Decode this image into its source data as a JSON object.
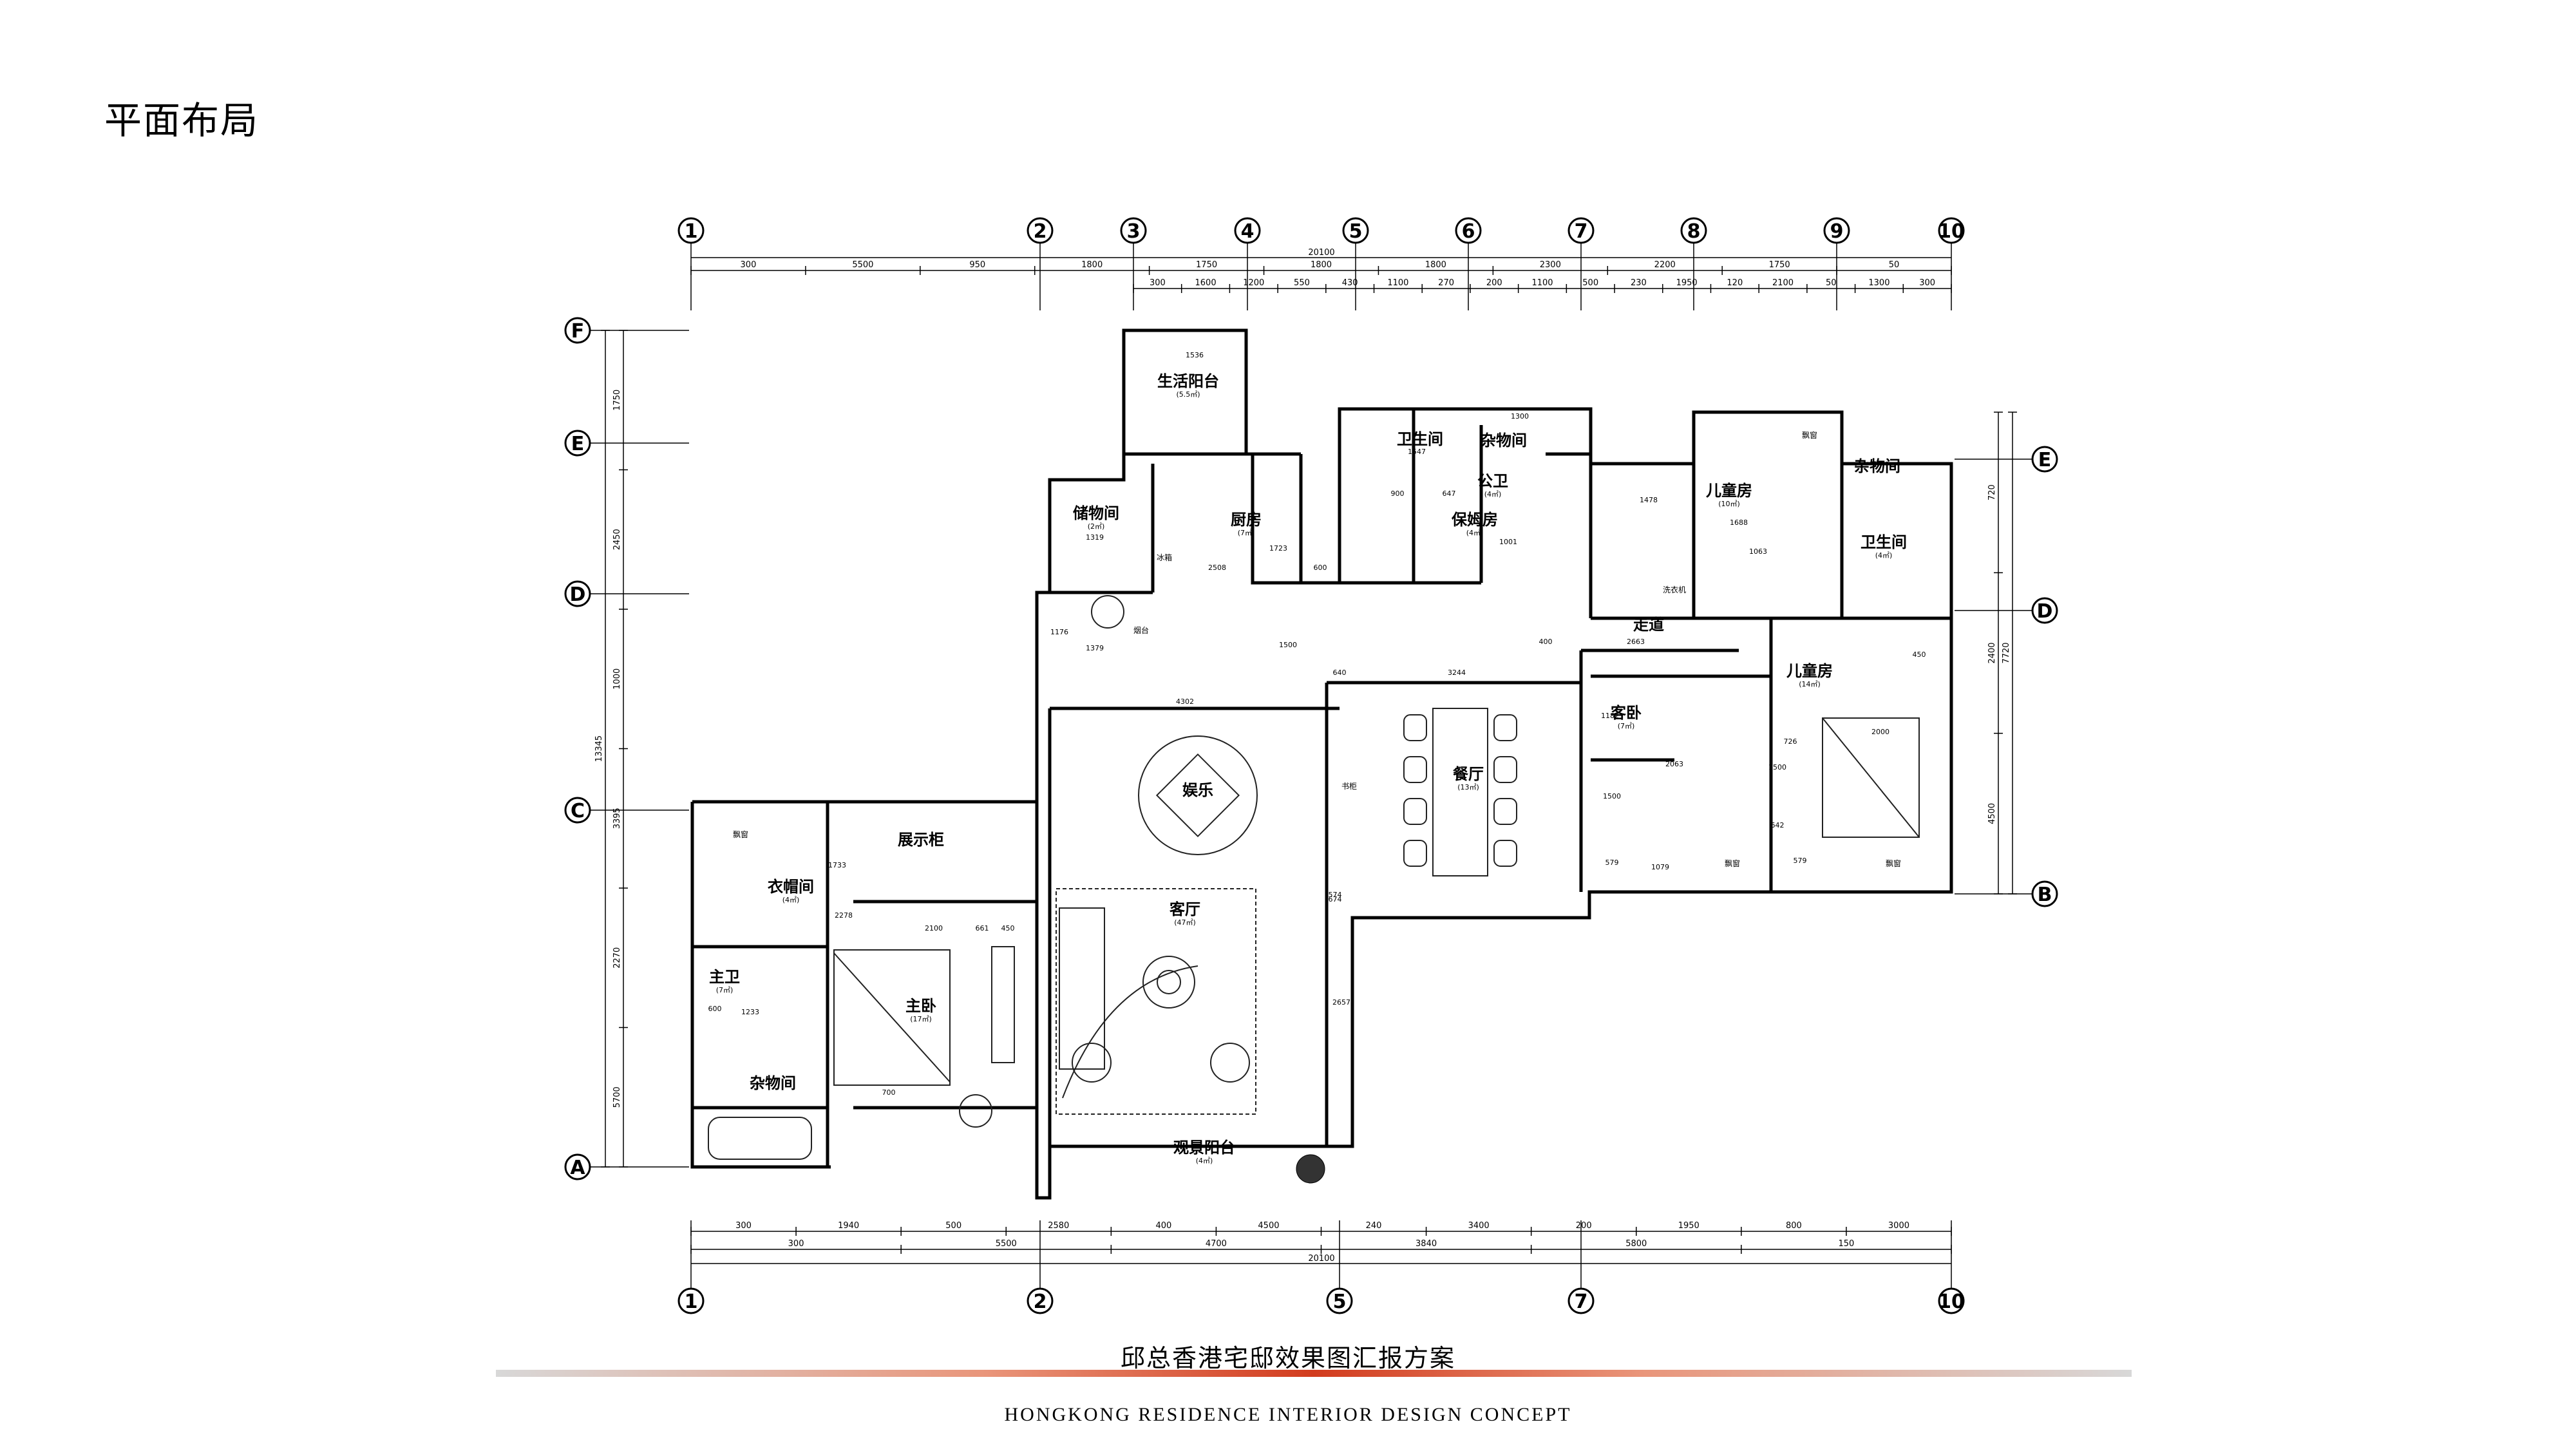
{
  "page": {
    "title": "平面布局",
    "footer_cn": "邱总香港宅邸效果图汇报方案",
    "footer_en": "HONGKONG RESIDENCE INTERIOR DESIGN CONCEPT"
  },
  "axes": {
    "top": [
      "1",
      "2",
      "3",
      "4",
      "5",
      "6",
      "7",
      "8",
      "9",
      "10"
    ],
    "bottom": [
      "1",
      "2",
      "5",
      "7",
      "10"
    ],
    "left": [
      "F",
      "E",
      "D",
      "C",
      "A"
    ],
    "right": [
      "E",
      "D",
      "B"
    ]
  },
  "dimensions": {
    "top_total": "20100",
    "top_row1": [
      "300",
      "5500",
      "950",
      "1800",
      "1750",
      "1800",
      "1800",
      "2300",
      "2200",
      "1750",
      "50"
    ],
    "top_row2": [
      "300",
      "1600",
      "1200",
      "550",
      "430",
      "1100",
      "270",
      "200",
      "1100",
      "500",
      "230",
      "1950",
      "120",
      "2100",
      "50",
      "1300",
      "300"
    ],
    "bottom_row1": [
      "300",
      "1940",
      "500",
      "2580",
      "400",
      "4500",
      "240",
      "3400",
      "200",
      "1950",
      "800",
      "3000"
    ],
    "bottom_row2": [
      "300",
      "5500",
      "4700",
      "3840",
      "5800",
      "150"
    ],
    "bottom_total": "20100",
    "left_total": "13345",
    "left_segments": [
      "1750",
      "2450",
      "1000",
      "3395",
      "2270",
      "5700"
    ],
    "right_total": "7720",
    "right_segments": [
      "720",
      "2400",
      "4500"
    ],
    "interior": [
      "1536",
      "1547",
      "1300",
      "1001",
      "900",
      "647",
      "1319",
      "2508",
      "600",
      "1723",
      "1176",
      "1379",
      "1500",
      "640",
      "3244",
      "4302",
      "400",
      "2663",
      "1182",
      "2063",
      "1688",
      "1063",
      "1478",
      "726",
      "2000",
      "450",
      "1500",
      "642",
      "579",
      "574",
      "674",
      "2657",
      "2100",
      "661",
      "450",
      "1733",
      "2278",
      "1233",
      "600",
      "700",
      "579",
      "1500",
      "1079"
    ]
  },
  "rooms": [
    {
      "name": "生活阳台",
      "area": "(5.5㎡)"
    },
    {
      "name": "储物间",
      "area": "(2㎡)"
    },
    {
      "name": "厨房",
      "area": "(7㎡)"
    },
    {
      "name": "卫生间",
      "area": ""
    },
    {
      "name": "杂物间",
      "area": ""
    },
    {
      "name": "公卫",
      "area": "(4㎡)"
    },
    {
      "name": "保姆房",
      "area": "(4㎡)"
    },
    {
      "name": "儿童房",
      "area": "(10㎡)"
    },
    {
      "name": "杂物间",
      "area": ""
    },
    {
      "name": "卫生间",
      "area": "(4㎡)"
    },
    {
      "name": "走道",
      "area": ""
    },
    {
      "name": "儿童房",
      "area": "(14㎡)"
    },
    {
      "name": "客卧",
      "area": "(7㎡)"
    },
    {
      "name": "餐厅",
      "area": "(13㎡)"
    },
    {
      "name": "娱乐",
      "area": ""
    },
    {
      "name": "客厅",
      "area": "(47㎡)"
    },
    {
      "name": "衣帽间",
      "area": "(4㎡)"
    },
    {
      "name": "展示柜",
      "area": ""
    },
    {
      "name": "主卫",
      "area": "(7㎡)"
    },
    {
      "name": "主卧",
      "area": "(17㎡)"
    },
    {
      "name": "杂物间",
      "area": ""
    },
    {
      "name": "观景阳台",
      "area": "(4㎡)"
    }
  ],
  "labels": [
    "冰箱",
    "烟台",
    "书柜",
    "飘窗",
    "飘窗",
    "飘窗",
    "飘窗",
    "洗衣机"
  ]
}
